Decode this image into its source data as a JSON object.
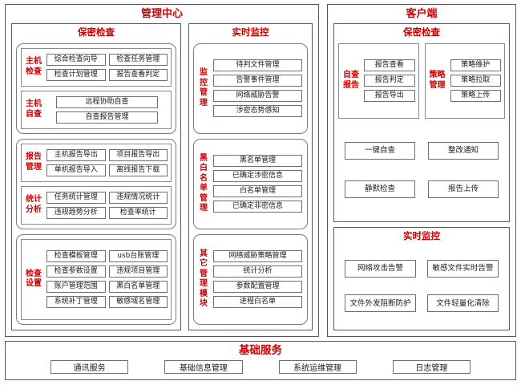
{
  "management_center": {
    "title": "管理中心",
    "security_check": {
      "title": "保密检查",
      "host_check": {
        "label": "主机检查",
        "items": [
          "综合检查向导",
          "检查任务管理",
          "检查计划管理",
          "报告查看判定"
        ]
      },
      "host_self_check": {
        "label": "主机自查",
        "items": [
          "远程协助自查",
          "自查报告管理"
        ]
      },
      "report_mgmt": {
        "label": "报告管理",
        "items": [
          "主机报告导出",
          "项目报告导出",
          "单机报告导入",
          "离线报告下载"
        ]
      },
      "stats_analysis": {
        "label": "统计分析",
        "items": [
          "任务统计管理",
          "违规情况统计",
          "违规趋势分析",
          "检查率统计"
        ]
      },
      "check_settings": {
        "label": "检查设置",
        "items": [
          "检查模板管理",
          "usb台账管理",
          "检查参数设置",
          "违规项目管理",
          "账户管理范围",
          "黑白名单管理",
          "系统补丁管理",
          "敏感域名管理"
        ]
      }
    },
    "realtime_monitor": {
      "title": "实时监控",
      "monitor_mgmt": {
        "label": "监控管理",
        "items": [
          "待判文件管理",
          "告警事件管理",
          "网络威胁告警",
          "涉密态势感知"
        ]
      },
      "blackwhite_list": {
        "label": "黑白名单管理",
        "items": [
          "黑名单管理",
          "已确定涉密信息",
          "白名单管理",
          "已确定非密信息"
        ]
      },
      "other_modules": {
        "label": "其它管理模块",
        "items": [
          "网络威胁策略管理",
          "统计分析",
          "参数配置管理",
          "进程白名单"
        ]
      }
    }
  },
  "client": {
    "title": "客户端",
    "security_check": {
      "title": "保密检查",
      "self_report": {
        "label": "自查报告",
        "items": [
          "报告查看",
          "报告判定",
          "报告导出"
        ]
      },
      "policy_mgmt": {
        "label": "策略管理",
        "items": [
          "策略维护",
          "策略拉取",
          "策略上传"
        ]
      },
      "actions": [
        "一键自查",
        "整改通知",
        "静默检查",
        "报告上传"
      ]
    },
    "realtime_monitor": {
      "title": "实时监控",
      "items": [
        "网络攻击告警",
        "敏感文件实时告警",
        "文件外发阻断防护",
        "文件轻量化清除"
      ]
    }
  },
  "basic_services": {
    "title": "基础服务",
    "items": [
      "通讯服务",
      "基础信息管理",
      "系统运维管理",
      "日志管理"
    ]
  },
  "colors": {
    "accent": "#cc0000",
    "border": "#666666",
    "text": "#1a1a1a"
  }
}
